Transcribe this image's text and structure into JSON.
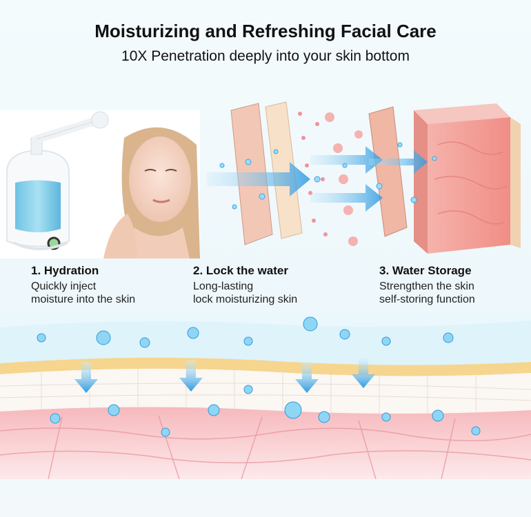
{
  "header": {
    "title": "Moisturizing and Refreshing Facial Care",
    "subtitle": "10X Penetration deeply into your skin bottom"
  },
  "steps": [
    {
      "heading": "1. Hydration",
      "line1": "Quickly inject",
      "line2": "moisture into the skin"
    },
    {
      "heading": "2. Lock the water",
      "line1": "Long-lasting",
      "line2": "lock moisturizing skin"
    },
    {
      "heading": "3. Water Storage",
      "line1": "Strengthen the skin",
      "line2": "self-storing function"
    }
  ],
  "colors": {
    "water": "#3aa6e6",
    "droplet": "#7fd0f2",
    "skin_pink": "#f2a6aa",
    "fat_yellow": "#f6d58f",
    "tissue": "#fde8ea"
  },
  "illustrations": {
    "steamer_icon": "facial-steamer-icon",
    "face_icon": "woman-face-icon",
    "layers_icon": "skin-layers-icon",
    "cross_section_icon": "skin-cross-section-icon"
  }
}
